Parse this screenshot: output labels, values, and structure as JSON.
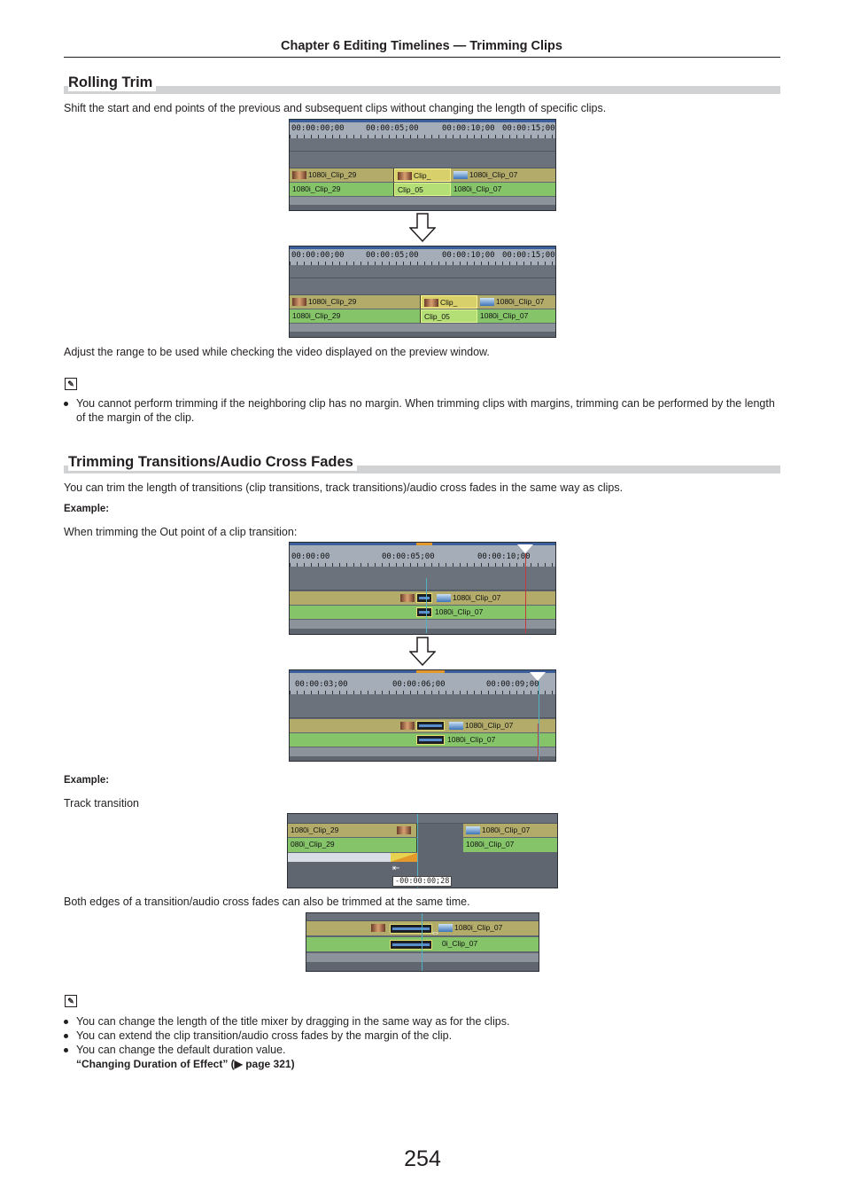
{
  "header": {
    "chapter": "Chapter 6   Editing Timelines — Trimming Clips"
  },
  "section1": {
    "title": "Rolling Trim",
    "intro": "Shift the start and end points of the previous and subsequent clips without changing the length of specific clips.",
    "after": "Adjust the range to be used while checking the video displayed on the preview window.",
    "note_bullets": [
      "You cannot perform trimming if the neighboring clip has no margin. When trimming clips with margins, trimming can be performed by the length of the margin of the clip."
    ]
  },
  "section2": {
    "title": "Trimming Transitions/Audio Cross Fades",
    "intro": "You can trim the length of transitions (clip transitions, track transitions)/audio cross fades in the same way as clips.",
    "example_label": "Example:",
    "example1": "When trimming the Out point of a clip transition:",
    "example2": "Track transition",
    "both_edges": "Both edges of a transition/audio cross fades can also be trimmed at the same time.",
    "note_bullets": [
      "You can change the length of the title mixer by dragging in the same way as for the clips.",
      "You can extend the clip transition/audio cross fades by the margin of the clip.",
      "You can change the default duration value."
    ],
    "link": "“Changing Duration of Effect” (▶ page 321)"
  },
  "screens": {
    "rt1": {
      "tc": [
        "00:00:00;00",
        "00:00:05;00",
        "00:00:10;00",
        "00:00:15;00"
      ],
      "v": [
        "1080i_Clip_29",
        "Clip_",
        "1080i_Clip_07"
      ],
      "a": [
        "1080i_Clip_29",
        "Clip_05",
        "1080i_Clip_07"
      ]
    },
    "rt2": {
      "tc": [
        "00:00:00;00",
        "00:00:05;00",
        "00:00:10;00",
        "00:00:15;00"
      ],
      "v": [
        "1080i_Clip_29",
        "Clip_",
        "1080i_Clip_07"
      ],
      "a": [
        "1080i_Clip_29",
        "Clip_05",
        "1080i_Clip_07"
      ]
    },
    "ct1": {
      "tc": [
        "00:00:00",
        "00:00:05;00",
        "00:00:10;00"
      ],
      "v": "1080i_Clip_07",
      "a": "1080i_Clip_07"
    },
    "ct2": {
      "tc": [
        "00:00:03;00",
        "00:00:06;00",
        "00:00:09;00"
      ],
      "v": "1080i_Clip_07",
      "a": "1080i_Clip_07"
    },
    "tt": {
      "v": [
        "1080i_Clip_29",
        "1080i_Clip_07"
      ],
      "a": [
        "080i_Clip_29",
        "1080i_Clip_07"
      ],
      "readout": "-00:00:00;28"
    },
    "both": {
      "v": "1080i_Clip_07",
      "a": "0i_Clip_07"
    }
  },
  "page_number": "254"
}
